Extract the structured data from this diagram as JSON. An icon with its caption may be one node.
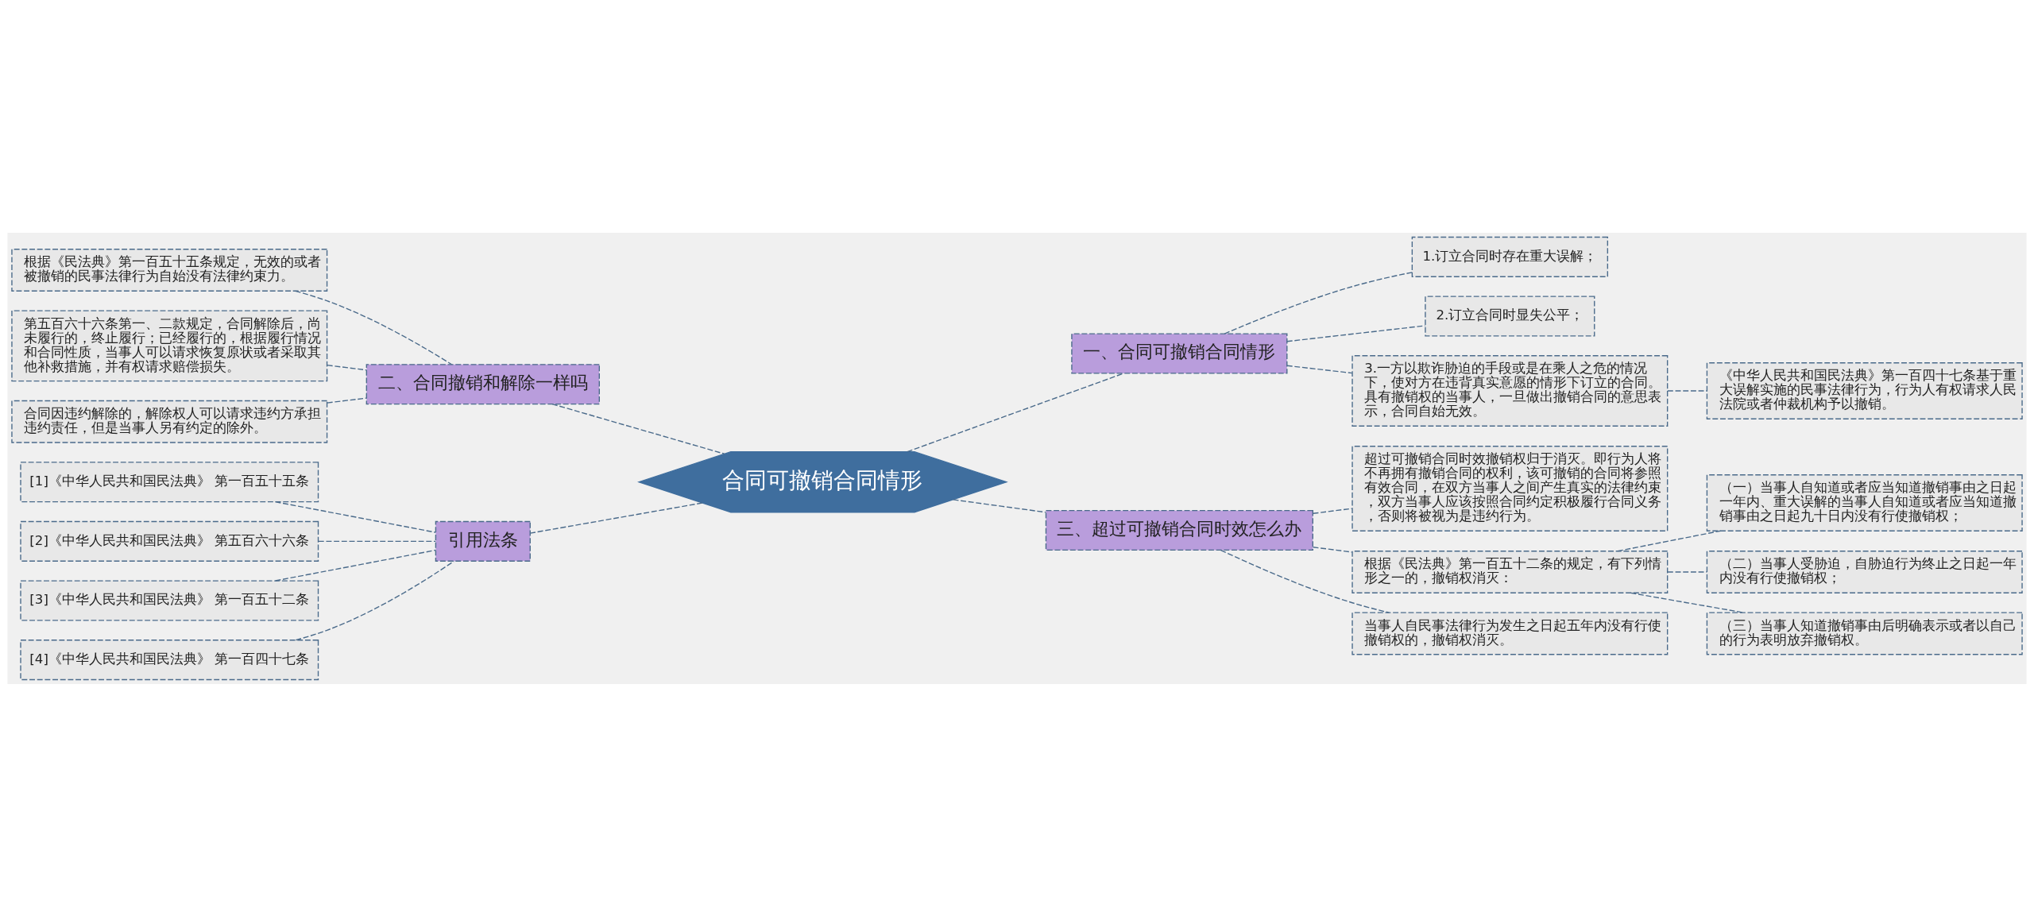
{
  "diagram": {
    "nodes": [
      {
        "text": [
          "合同可撤销合同情形"
        ]
      },
      {
        "text": [
          "一、合同可撤销合同情形"
        ]
      },
      {
        "text": [
          "1.订立合同时存在重大误解；"
        ]
      },
      {
        "text": [
          "2.订立合同时显失公平；"
        ]
      },
      {
        "text": [
          "3.一方以欺诈胁迫的手段或是在乘人之危的情况下，使对方在违背真实意愿的情形下订立的合同。具有撤销权的当事人，一旦做出撤销合同的意思表示，合同自始无效。"
        ]
      },
      {
        "text": [
          "《中华人民共和国民法典》第一百四十七条基于重大误解实施的民事法律行为，行为人有权请求人民法院或者仲裁机构予以撤销。"
        ]
      },
      {
        "text": [
          "三、超过可撤销合同时效怎么办"
        ]
      },
      {
        "text": [
          "超过可撤销合同时效撤销权归于消灭。即行为人将不再拥有撤销合同的权利，该可撤销的合同将参照有效合同，在双方当事人之间产生真实的法律约束，双方当事人应该按照合同约定积极履行合同义务，否则将被视为是违约行为。"
        ]
      },
      {
        "text": [
          "根据《民法典》第一百五十二条的规定，有下列情形之一的，撤销权消灭："
        ]
      },
      {
        "text": [
          "（一）当事人自知道或者应当知道撤销事由之日起一年内、重大误解的当事人自知道或者应当知道撤销事由之日起九十日内没有行使撤销权；"
        ]
      },
      {
        "text": [
          "（二）当事人受胁迫，自胁迫行为终止之日起一年内没有行使撤销权；"
        ]
      },
      {
        "text": [
          "（三）当事人知道撤销事由后明确表示或者以自己的行为表明放弃撤销权。"
        ]
      },
      {
        "text": [
          "当事人自民事法律行为发生之日起五年内没有行使撤销权的，撤销权消灭。"
        ]
      },
      {
        "text": [
          "二、合同撤销和解除一样吗"
        ]
      },
      {
        "text": [
          "根据《民法典》第一百五十五条规定，无效的或者被撤销的民事法律行为自始没有法律约束力。"
        ]
      },
      {
        "text": [
          "第五百六十六条第一、二款规定，合同解除后，尚未履行的，终止履行；已经履行的，根据履行情况和合同性质，当事人可以请求恢复原状或者采取其他补救措施，并有权请求赔偿损失。"
        ]
      },
      {
        "text": [
          "合同因违约解除的，解除权人可以请求违约方承担违约责任，但是当事人另有约定的除外。"
        ]
      },
      {
        "text": [
          "引用法条"
        ]
      },
      {
        "text": [
          "[1]《中华人民共和国民法典》 第一百五十五条"
        ]
      },
      {
        "text": [
          "[2]《中华人民共和国民法典》 第五百六十六条"
        ]
      },
      {
        "text": [
          "[3]《中华人民共和国民法典》 第一百五十二条"
        ]
      },
      {
        "text": [
          "[4]《中华人民共和国民法典》 第一百四十七条"
        ]
      }
    ],
    "edges": [
      {
        "from": 0,
        "to": 1,
        "arrow": "none",
        "style": "dashed"
      },
      {
        "from": 1,
        "to": 2,
        "arrow": "none",
        "style": "dashed"
      },
      {
        "from": 1,
        "to": 3,
        "arrow": "none",
        "style": "dashed"
      },
      {
        "from": 1,
        "to": 4,
        "arrow": "none",
        "style": "dashed"
      },
      {
        "from": 4,
        "to": 5,
        "arrow": "none",
        "style": "dashed"
      },
      {
        "from": 0,
        "to": 6,
        "arrow": "none",
        "style": "dashed"
      },
      {
        "from": 6,
        "to": 7,
        "arrow": "none",
        "style": "dashed"
      },
      {
        "from": 6,
        "to": 8,
        "arrow": "none",
        "style": "dashed"
      },
      {
        "from": 8,
        "to": 9,
        "arrow": "none",
        "style": "dashed"
      },
      {
        "from": 8,
        "to": 10,
        "arrow": "none",
        "style": "dashed"
      },
      {
        "from": 8,
        "to": 11,
        "arrow": "none",
        "style": "dashed"
      },
      {
        "from": 6,
        "to": 12,
        "arrow": "none",
        "style": "dashed"
      },
      {
        "from": 13,
        "to": 0,
        "arrow": "none",
        "style": "dashed"
      },
      {
        "from": 14,
        "to": 13,
        "arrow": "none",
        "style": "dashed"
      },
      {
        "from": 15,
        "to": 13,
        "arrow": "none",
        "style": "dashed"
      },
      {
        "from": 16,
        "to": 13,
        "arrow": "none",
        "style": "dashed"
      },
      {
        "from": 17,
        "to": 0,
        "arrow": "none",
        "style": "dashed"
      },
      {
        "from": 18,
        "to": 17,
        "arrow": "none",
        "style": "dashed"
      },
      {
        "from": 19,
        "to": 17,
        "arrow": "none",
        "style": "dashed"
      },
      {
        "from": 20,
        "to": 17,
        "arrow": "none",
        "style": "dashed"
      },
      {
        "from": 21,
        "to": 17,
        "arrow": "none",
        "style": "dashed"
      }
    ]
  }
}
